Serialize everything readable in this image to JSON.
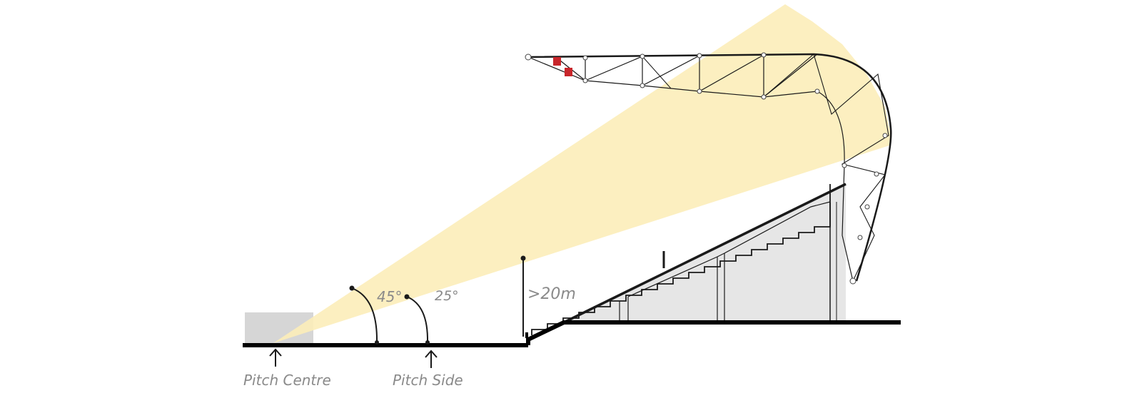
{
  "labels": {
    "pitch_centre": "Pitch Centre",
    "pitch_side": "Pitch Side",
    "height": ">20m",
    "angle_large": "45°",
    "angle_small": "25°"
  },
  "colors": {
    "sightline_cone": "#fcedb9",
    "ground": "#000000",
    "structure_fill": "#e6e6e6",
    "pitch_box": "#d6d6d6",
    "floodlight": "#c8262b",
    "label_text": "#8a8a8a"
  }
}
